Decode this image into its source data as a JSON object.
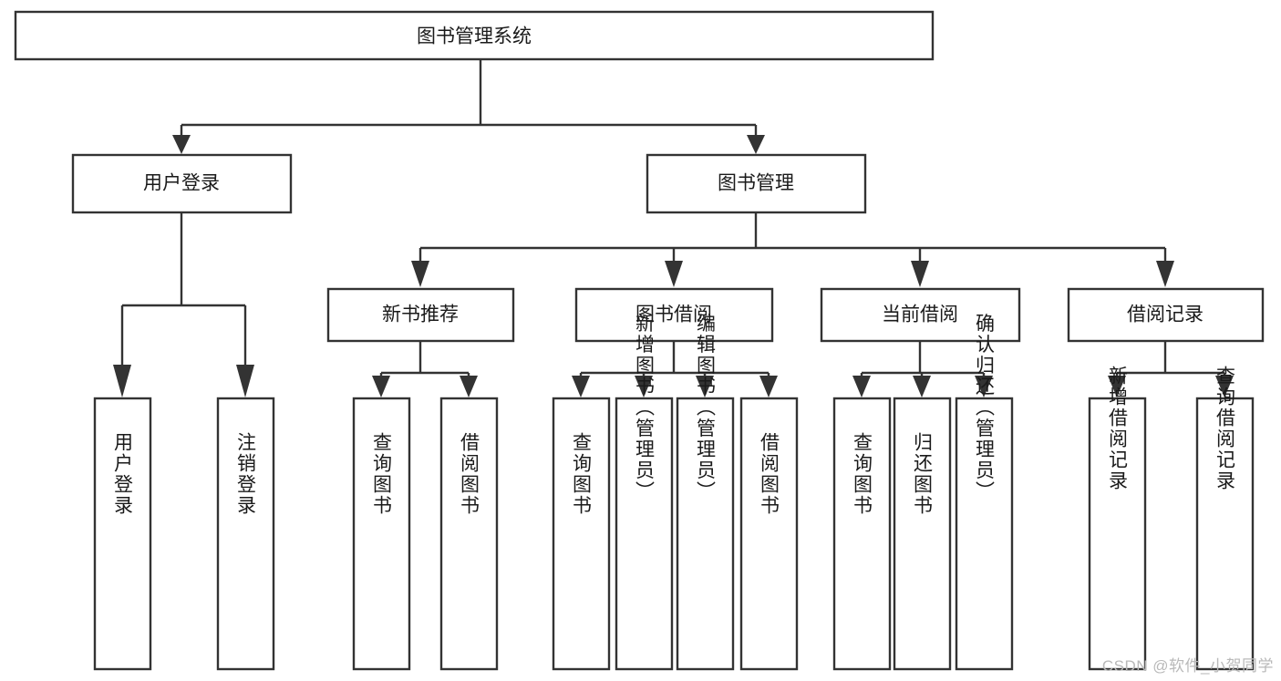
{
  "diagram": {
    "title": "图书管理系统",
    "watermark": "CSDN @软件_小贺同学",
    "colors": {
      "stroke": "#333333",
      "fill": "#ffffff",
      "text": "#1a1a1a",
      "watermark": "#b9b9b9"
    },
    "levels": {
      "root": {
        "label": "图书管理系统"
      },
      "level2": [
        {
          "label": "用户登录"
        },
        {
          "label": "图书管理"
        }
      ],
      "level3": [
        {
          "label": "新书推荐"
        },
        {
          "label": "图书借阅"
        },
        {
          "label": "当前借阅"
        },
        {
          "label": "借阅记录"
        }
      ],
      "leaves": {
        "user_login": [
          {
            "label": "用户登录"
          },
          {
            "label": "注销登录"
          }
        ],
        "new_book_recommend": [
          {
            "label": "查询图书"
          },
          {
            "label": "借阅图书"
          }
        ],
        "book_borrow": [
          {
            "label": "查询图书"
          },
          {
            "label": "新增图书（管理员）"
          },
          {
            "label": "编辑图书（管理员）"
          },
          {
            "label": "借阅图书"
          }
        ],
        "current_borrow": [
          {
            "label": "查询图书"
          },
          {
            "label": "归还图书"
          },
          {
            "label": "确认归还（管理员）"
          }
        ],
        "borrow_record": [
          {
            "label": "新增借阅记录"
          },
          {
            "label": "查询借阅记录"
          }
        ]
      }
    }
  }
}
